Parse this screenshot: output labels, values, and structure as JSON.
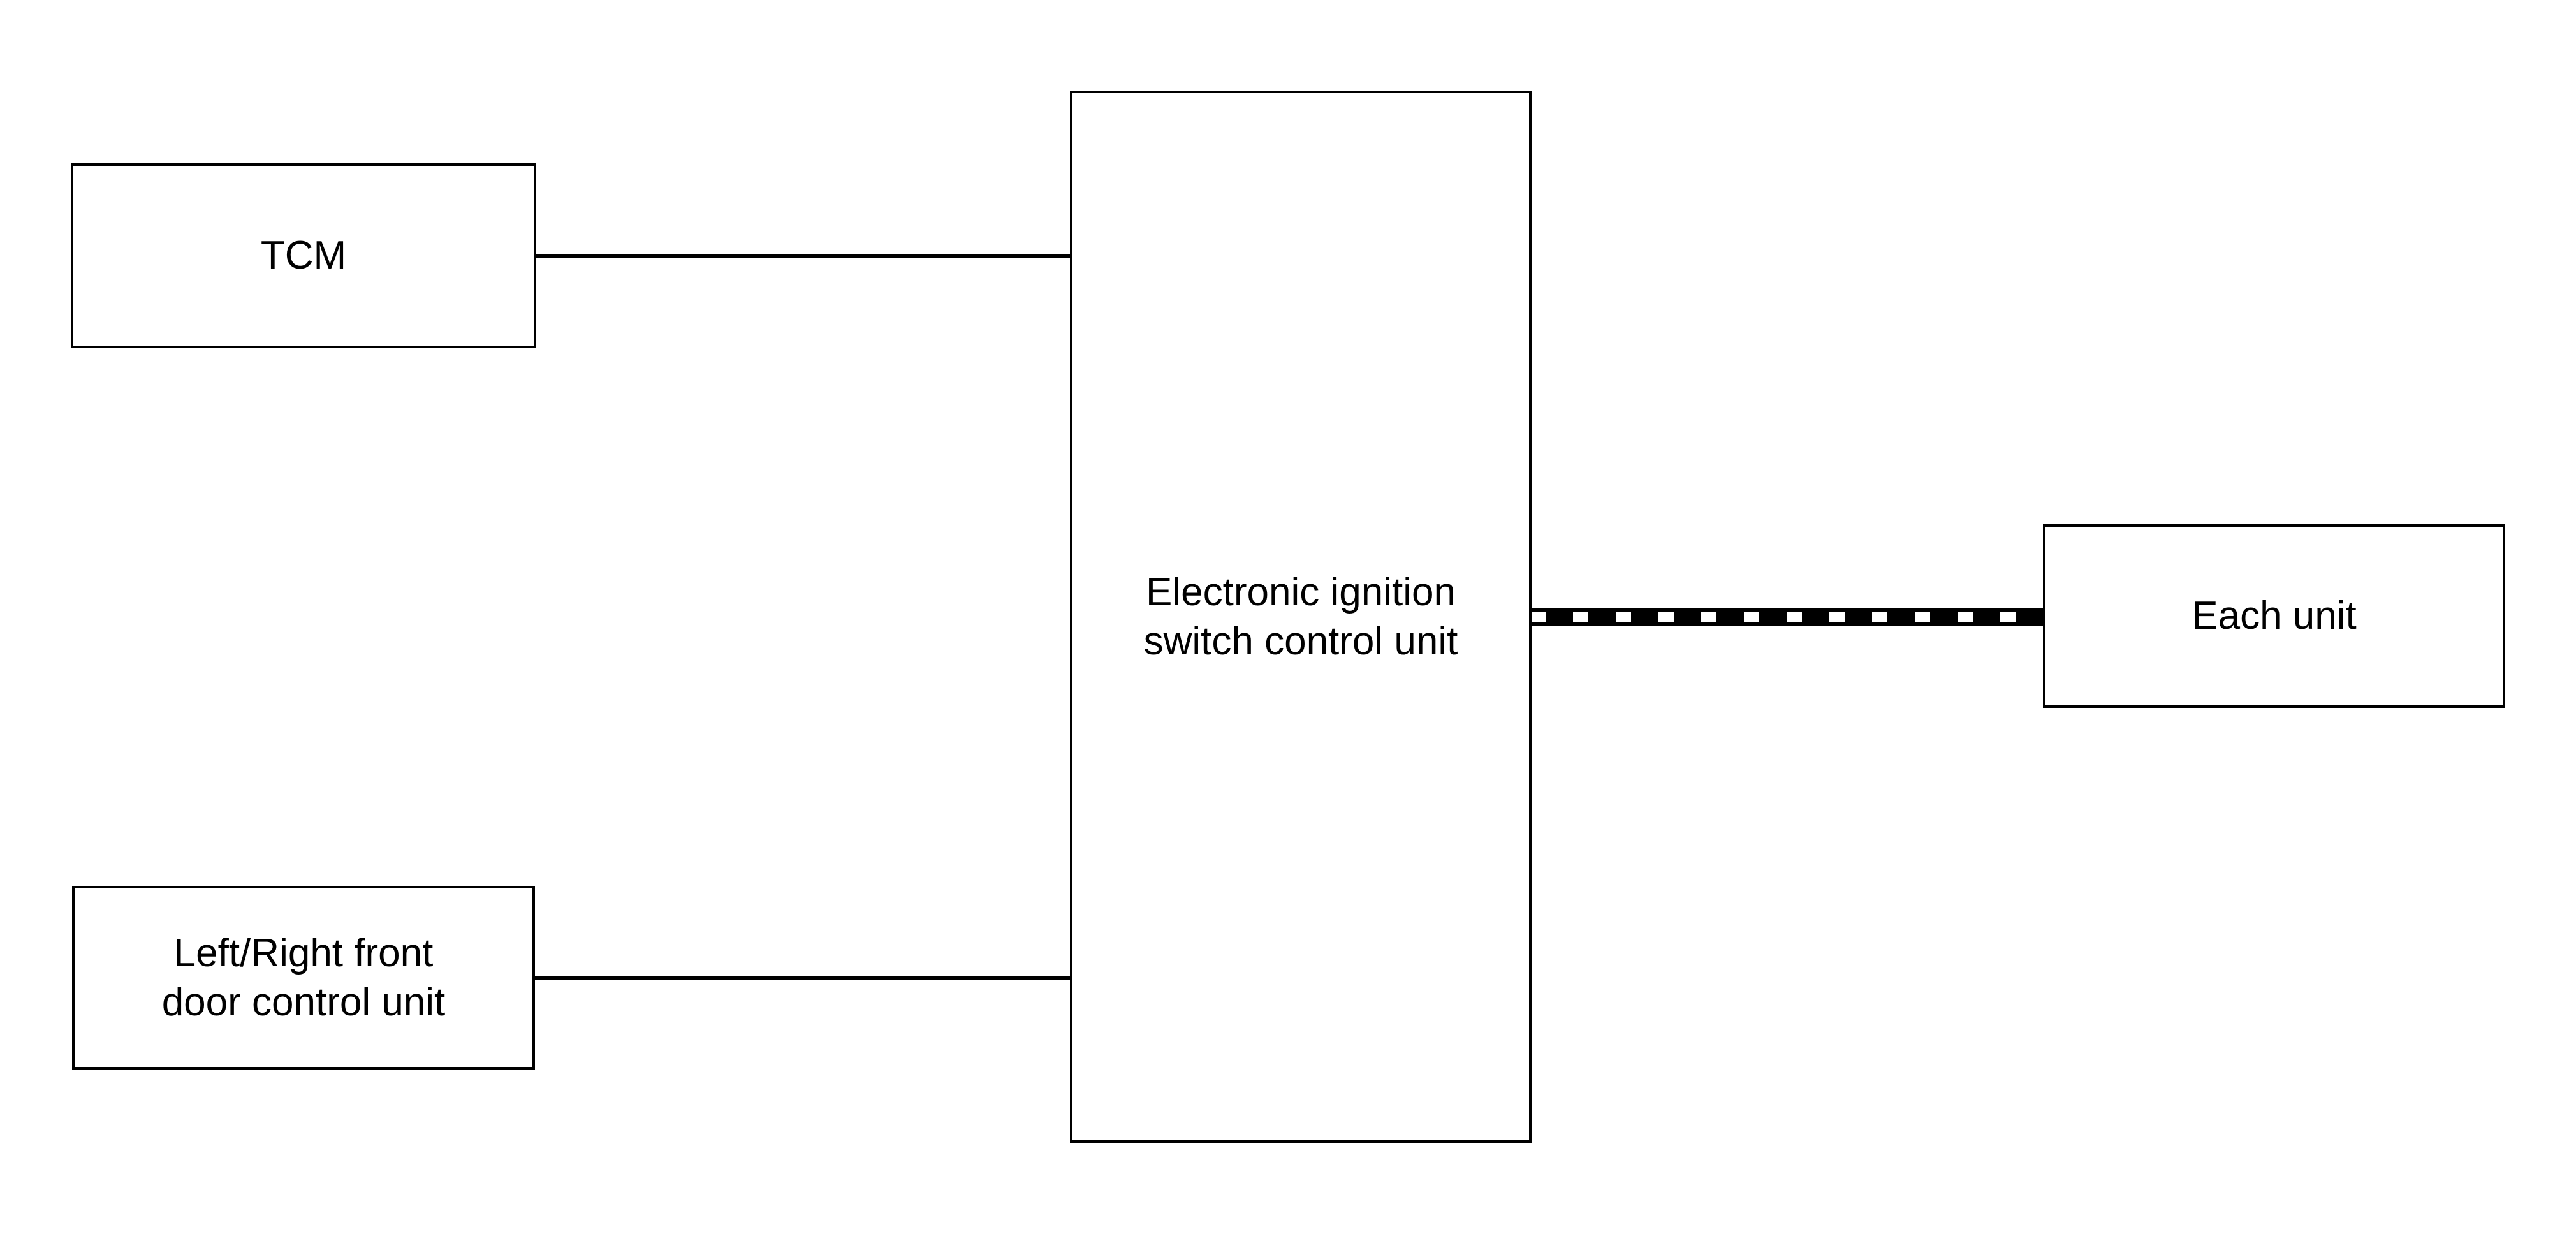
{
  "diagram": {
    "colors": {
      "background": "#ffffff",
      "line": "#000000",
      "box_fill": "#ffffff",
      "box_border": "#000000",
      "text": "#000000"
    },
    "nodes": {
      "tcm": {
        "label": "TCM"
      },
      "door": {
        "line1": "Left/Right front",
        "line2": "door control unit"
      },
      "eis": {
        "line1": "Electronic ignition",
        "line2": "switch control unit"
      },
      "each": {
        "label": "Each unit"
      }
    },
    "connections": [
      {
        "from": "TCM",
        "to": "Electronic ignition switch control unit",
        "style": "thin-solid"
      },
      {
        "from": "Left/Right front door control unit",
        "to": "Electronic ignition switch control unit",
        "style": "thin-solid"
      },
      {
        "from": "Electronic ignition switch control unit",
        "to": "Each unit",
        "style": "thick-dashed-communication"
      }
    ]
  }
}
